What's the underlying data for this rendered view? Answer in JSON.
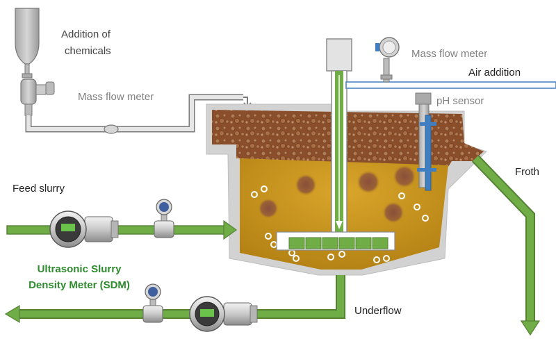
{
  "labels": {
    "chemicals_line1": "Addition of",
    "chemicals_line2": "chemicals",
    "mass_flow_meter_left": "Mass flow meter",
    "mass_flow_meter_top": "Mass flow meter",
    "air_addition": "Air addition",
    "ph_sensor": "pH sensor",
    "froth": "Froth",
    "feed_slurry": "Feed slurry",
    "sdm_line1": "Ultrasonic Slurry",
    "sdm_line2": "Density Meter (SDM)",
    "underflow": "Underflow"
  },
  "colors": {
    "pipe_green": "#70ad47",
    "pipe_green_dark": "#548235",
    "froth_brown": "#8a4f2a",
    "slurry_gold": "#c9941c",
    "tank_gray": "#c8c8c8",
    "label_gray": "#808080",
    "sdm_label_green": "#2e8b2e",
    "air_line_blue": "#4a86c5",
    "sensor_blue": "#3f7fc1"
  }
}
